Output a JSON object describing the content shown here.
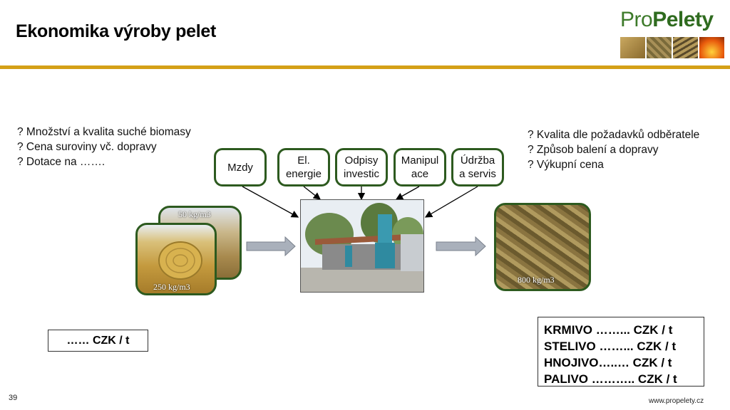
{
  "title": "Ekonomika výroby pelet",
  "logo": {
    "part1": "Pro",
    "part2": "Pelety"
  },
  "left_questions": [
    "? Množství a kvalita suché biomasy",
    "? Cena suroviny vč. dopravy",
    "? Dotace na ……."
  ],
  "right_questions": [
    "? Kvalita dle požadavků odběratele",
    "? Způsob balení a dopravy",
    "? Výkupní  cena"
  ],
  "cost_boxes": [
    {
      "line1": "Mzdy",
      "line2": ""
    },
    {
      "line1": "El.",
      "line2": "energie"
    },
    {
      "line1": "Odpisy",
      "line2": "investic"
    },
    {
      "line1": "Manipul",
      "line2": "ace"
    },
    {
      "line1": "Údržba",
      "line2": "a servis"
    }
  ],
  "photo_labels": {
    "straw": "50 kg/m3",
    "bale": "250 kg/m3",
    "pellets": "800 kg/m3"
  },
  "price_left": "……  CZK / t",
  "price_right": [
    "KRMIVO ……... CZK / t",
    "STELIVO ……... CZK / t",
    "HNOJIVO…..… CZK / t",
    "PALIVO ……….. CZK / t"
  ],
  "footer": {
    "page_number": "39",
    "url": "www.propelety.cz"
  },
  "colors": {
    "accent_bar": "#d4a017",
    "box_border": "#2d5a1f",
    "logo_green": "#3d7a2a"
  }
}
